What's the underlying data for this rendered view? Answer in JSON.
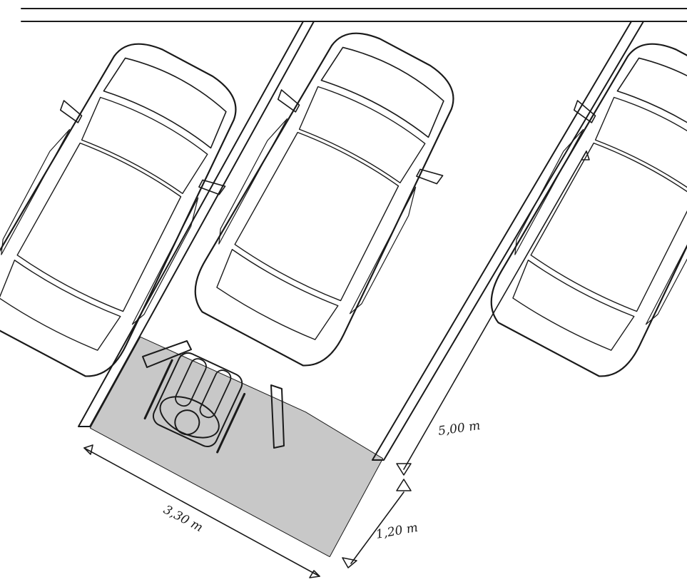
{
  "dimensions": {
    "bay_length": "5,00 m",
    "bay_width": "3,30 m",
    "access_zone": "1,20 m"
  },
  "colors": {
    "access_area": "#c8c8c8",
    "ink": "#1a1a1a",
    "car_shading": "#9a9a9a"
  }
}
